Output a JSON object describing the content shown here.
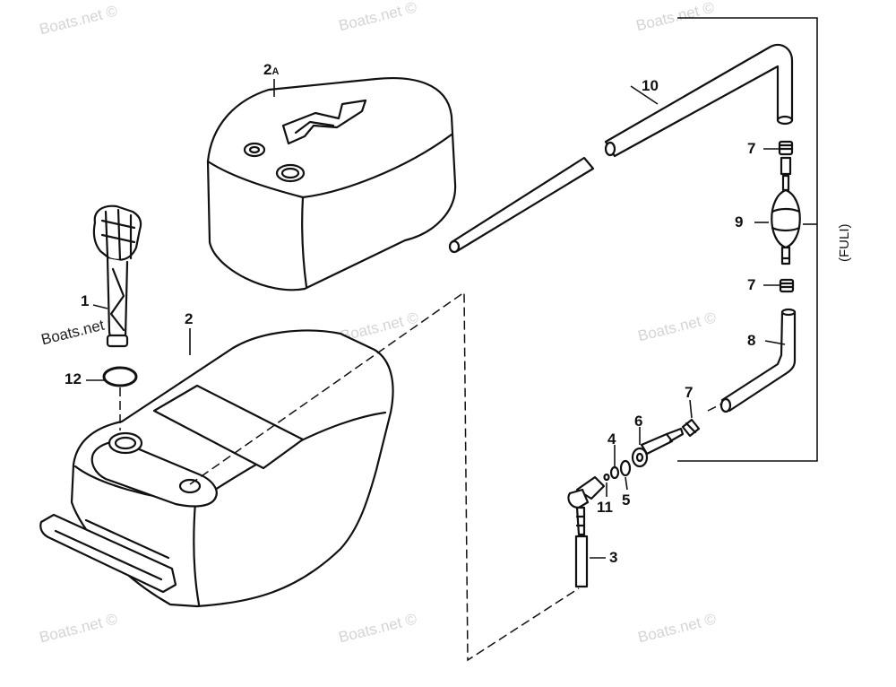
{
  "watermark": {
    "text": "Boats.net ©"
  },
  "labels": {
    "p1": "1",
    "p2": "2",
    "p2a_main": "2",
    "p2a_suffix": "A",
    "p3": "3",
    "p4": "4",
    "p5": "5",
    "p6": "6",
    "p7": "7",
    "p8": "8",
    "p9": "9",
    "p10": "10",
    "p11": "11",
    "p12": "12"
  },
  "side_note": "(FULI)",
  "colors": {
    "line": "#111111",
    "fill": "#ffffff",
    "watermark": "#d4d4d4"
  }
}
